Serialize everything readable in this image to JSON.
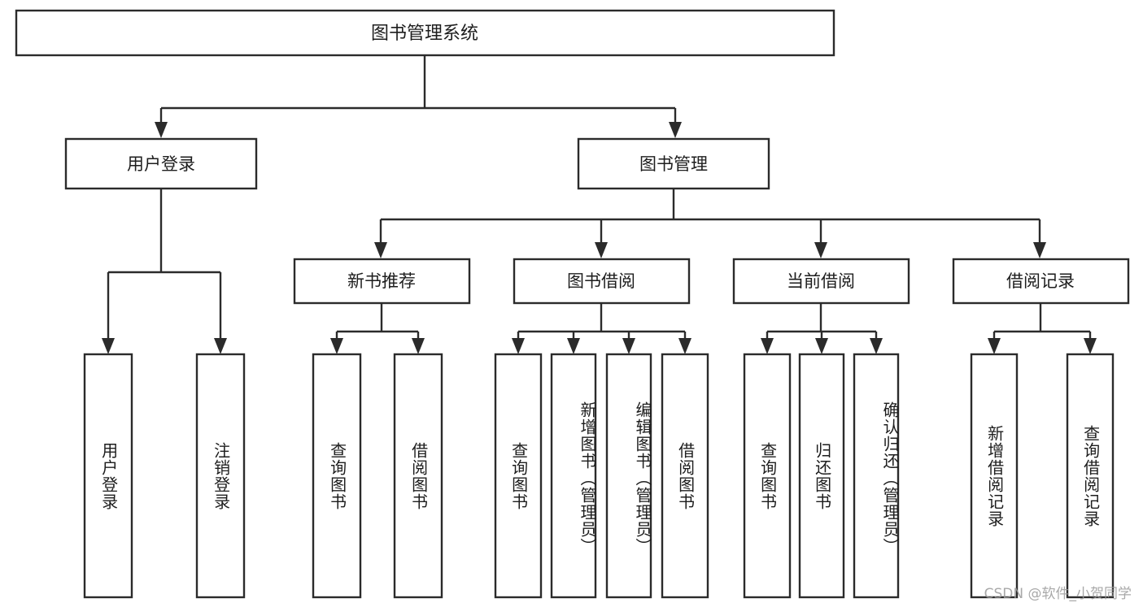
{
  "diagram": {
    "type": "hierarchy-tree",
    "title": "图书管理系统",
    "watermark": "CSDN @软件_小贺同学",
    "colors": {
      "stroke": "#2b2b2b",
      "fill": "#ffffff",
      "text": "#1d1d1d",
      "watermark": "#9a9a9a"
    },
    "levels": {
      "root": {
        "label": "图书管理系统"
      },
      "level2": [
        {
          "label": "用户登录"
        },
        {
          "label": "图书管理"
        }
      ],
      "level3": [
        {
          "label": "新书推荐"
        },
        {
          "label": "图书借阅"
        },
        {
          "label": "当前借阅"
        },
        {
          "label": "借阅记录"
        }
      ]
    },
    "leaves": {
      "user_login": [
        {
          "label": "用户登录"
        },
        {
          "label": "注销登录"
        }
      ],
      "new_book_recommend": [
        {
          "label": "查询图书"
        },
        {
          "label": "借阅图书"
        }
      ],
      "book_borrow": [
        {
          "label": "查询图书"
        },
        {
          "label": "新增图书（管理员）"
        },
        {
          "label": "编辑图书（管理员）"
        },
        {
          "label": "借阅图书"
        }
      ],
      "current_borrow": [
        {
          "label": "查询图书"
        },
        {
          "label": "归还图书"
        },
        {
          "label": "确认归还（管理员）"
        }
      ],
      "borrow_record": [
        {
          "label": "新增借阅记录"
        },
        {
          "label": "查询借阅记录"
        }
      ]
    }
  }
}
